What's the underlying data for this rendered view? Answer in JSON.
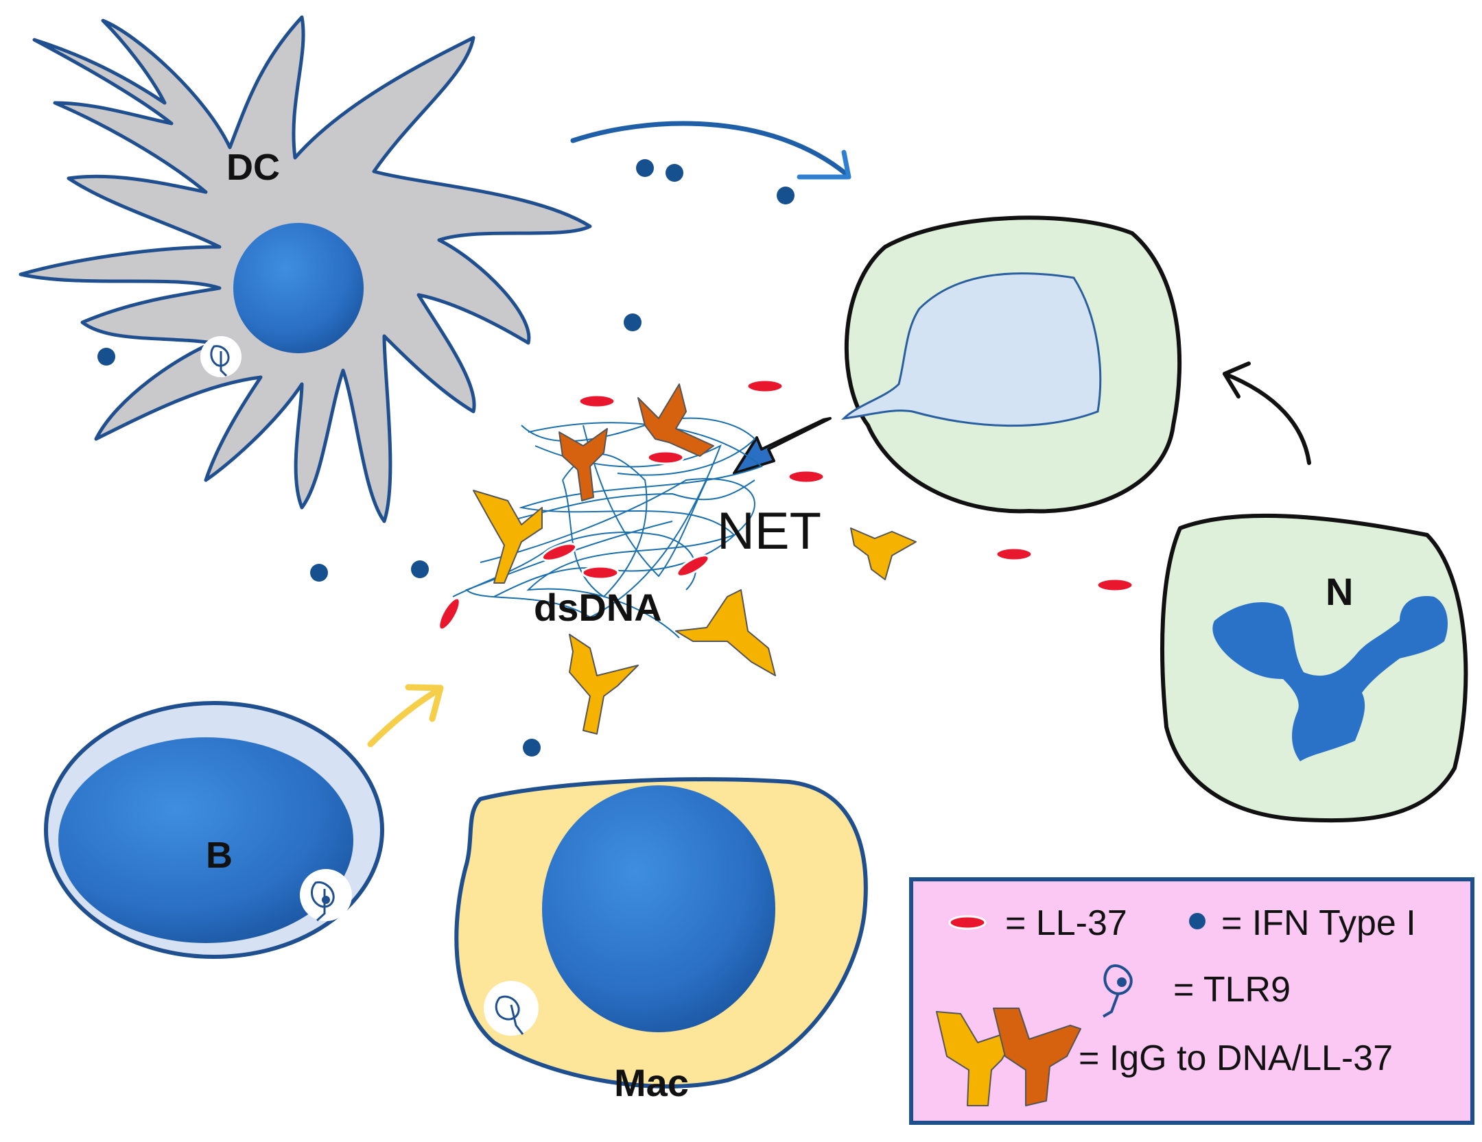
{
  "labels": {
    "dc": "DC",
    "b": "B",
    "mac": "Mac",
    "n": "N",
    "net": "NET",
    "dsdna": "dsDNA"
  },
  "legend": {
    "ll37": "= LL-37",
    "ifn": "= IFN Type I",
    "tlr9": "= TLR9",
    "igg": "= IgG to DNA/LL-37"
  },
  "colors": {
    "nucleus": "#2a72c8",
    "outline": "#1f4f8f",
    "dc_body": "#c9c8cb",
    "b_cyto": "#d6e2f3",
    "mac_cyto": "#fde59a",
    "neutrophil": "#dff0da",
    "net_nucleus": "#d4e3f4",
    "ll37": "#e8172d",
    "ifn": "#16508f",
    "igg_yellow": "#f5b300",
    "igg_orange": "#d6620f",
    "legend_bg": "#fbc8f4",
    "legend_border": "#1d4f8c"
  }
}
